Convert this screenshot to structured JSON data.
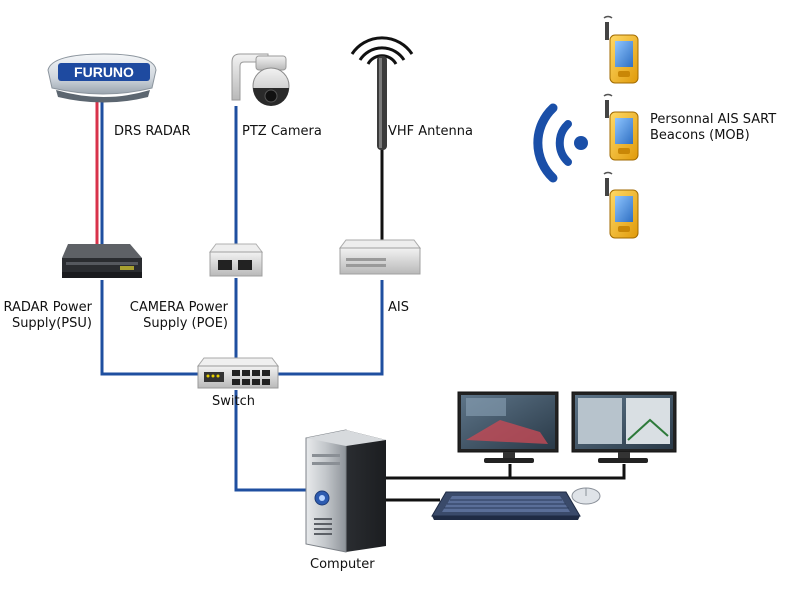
{
  "diagram": {
    "radar": {
      "brand": "FURUNO",
      "label": "DRS RADAR"
    },
    "camera": {
      "label": "PTZ Camera"
    },
    "vhf": {
      "label": "VHF Antenna"
    },
    "beacons": {
      "label_line1": "Personnal AIS SART",
      "label_line2": "Beacons (MOB)"
    },
    "radar_psu": {
      "label_line1": "RADAR Power",
      "label_line2": "Supply(PSU)"
    },
    "camera_poe": {
      "label_line1": "CAMERA Power",
      "label_line2": "Supply (POE)"
    },
    "ais": {
      "label": "AIS"
    },
    "switch": {
      "label": "Switch"
    },
    "computer": {
      "label": "Computer"
    }
  },
  "colors": {
    "network_cable": "#1f4fa0",
    "power_cable": "#d8324a",
    "video_cable": "#111111",
    "signal_blue": "#1a4fa8",
    "beacon_yellow": "#f2b81d"
  }
}
